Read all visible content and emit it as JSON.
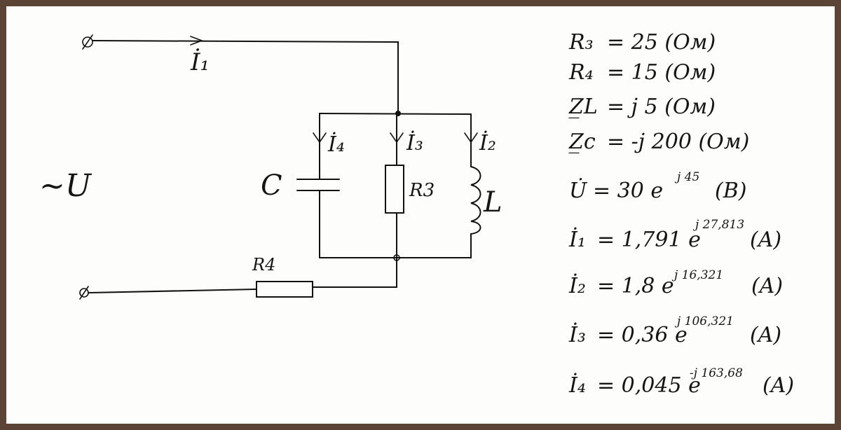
{
  "circuit": {
    "source_label": "~U",
    "currents": {
      "i1": "İ₁",
      "i2": "İ₂",
      "i3": "İ₃",
      "i4": "İ₄"
    },
    "components": {
      "c": "C",
      "r3": "R3",
      "l": "L",
      "r4": "R4"
    }
  },
  "formulas": [
    {
      "lhs": "R₃",
      "rhs": "= 25 (Ом)",
      "exp": ""
    },
    {
      "lhs": "R₄",
      "rhs": "= 15 (Ом)",
      "exp": ""
    },
    {
      "lhs": "Z̲L",
      "rhs": "= j 5 (Ом)",
      "exp": ""
    },
    {
      "lhs": "Z̲c",
      "rhs": "= -j 200 (Ом)",
      "exp": ""
    },
    {
      "lhs": "U̇",
      "rhs": "= 30 e",
      "exp": "j 45",
      "unit": "(B)"
    },
    {
      "lhs": "İ₁",
      "rhs": "= 1,791 e",
      "exp": "j 27,813",
      "unit": "(A)"
    },
    {
      "lhs": "İ₂",
      "rhs": "= 1,8 e",
      "exp": "j 16,321",
      "unit": "(A)"
    },
    {
      "lhs": "İ₃",
      "rhs": "= 0,36 e",
      "exp": "j 106,321",
      "unit": "(A)"
    },
    {
      "lhs": "İ₄",
      "rhs": "= 0,045 e",
      "exp": "-j 163,68",
      "unit": "(A)"
    }
  ]
}
